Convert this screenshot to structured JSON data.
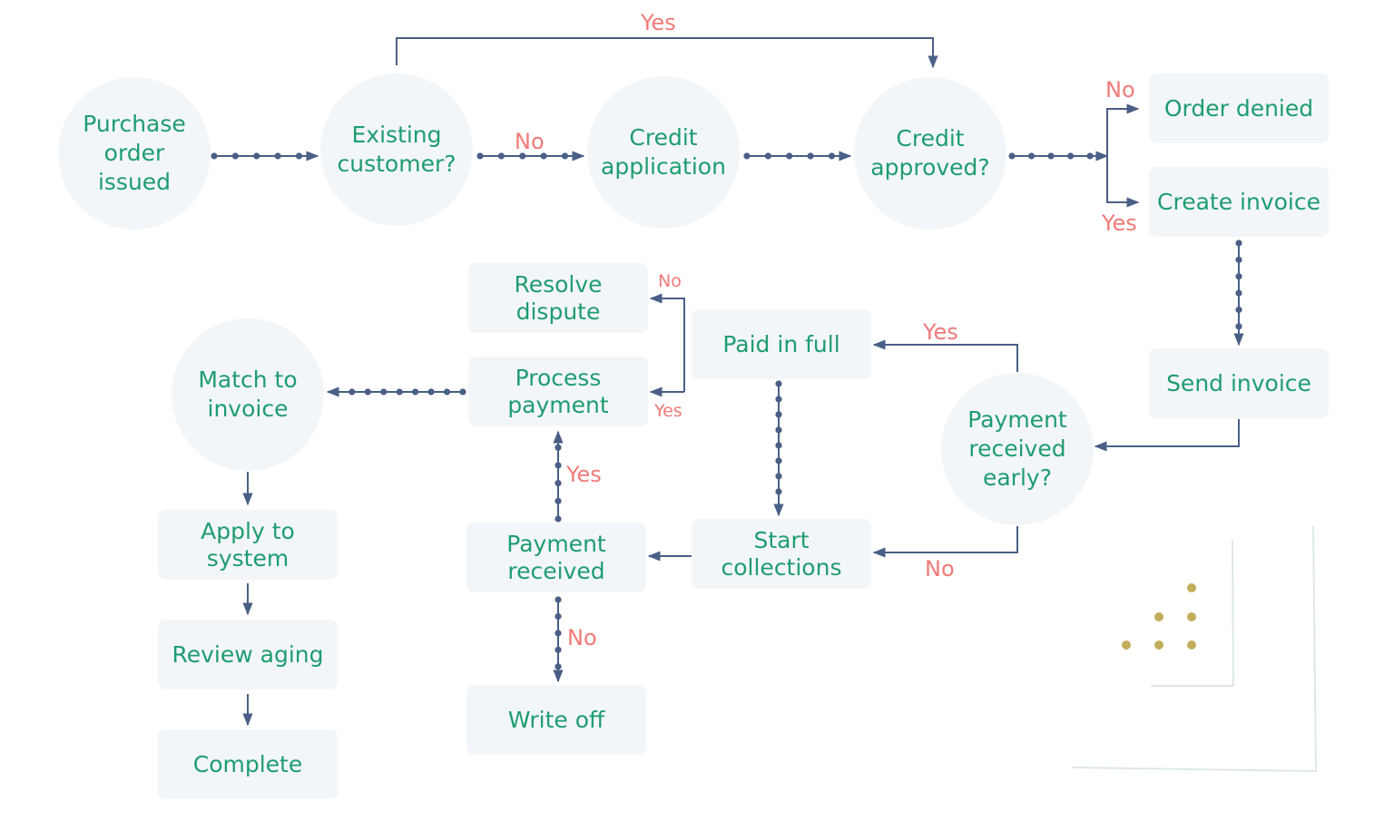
{
  "nodes": {
    "purchase_order": "Purchase\norder\nissued",
    "existing_customer": "Existing\ncustomer?",
    "credit_application": "Credit\napplication",
    "credit_approved": "Credit\napproved?",
    "order_denied": "Order denied",
    "create_invoice": "Create invoice",
    "send_invoice": "Send invoice",
    "payment_received_early": "Payment\nreceived\nearly?",
    "paid_in_full": "Paid in full",
    "start_collections": "Start\ncollections",
    "payment_received": "Payment\nreceived",
    "write_off": "Write off",
    "process_payment": "Process\npayment",
    "resolve_dispute": "Resolve\ndispute",
    "match_to_invoice": "Match to\ninvoice",
    "apply_to_system": "Apply to\nsystem",
    "review_aging": "Review aging",
    "complete": "Complete"
  },
  "labels": {
    "existing_yes": "Yes",
    "existing_no": "No",
    "approved_no": "No",
    "approved_yes": "Yes",
    "early_yes": "Yes",
    "early_no": "No",
    "received_yes": "Yes",
    "received_no": "No",
    "process_no": "No",
    "process_yes": "Yes"
  },
  "colors": {
    "node_fill": "#f3f6f9",
    "node_text": "#1f9c72",
    "edge": "#4a5f86",
    "label": "#f07a78",
    "decor_dots": "#c2ad5a",
    "decor_lines": "#dde9e3"
  }
}
